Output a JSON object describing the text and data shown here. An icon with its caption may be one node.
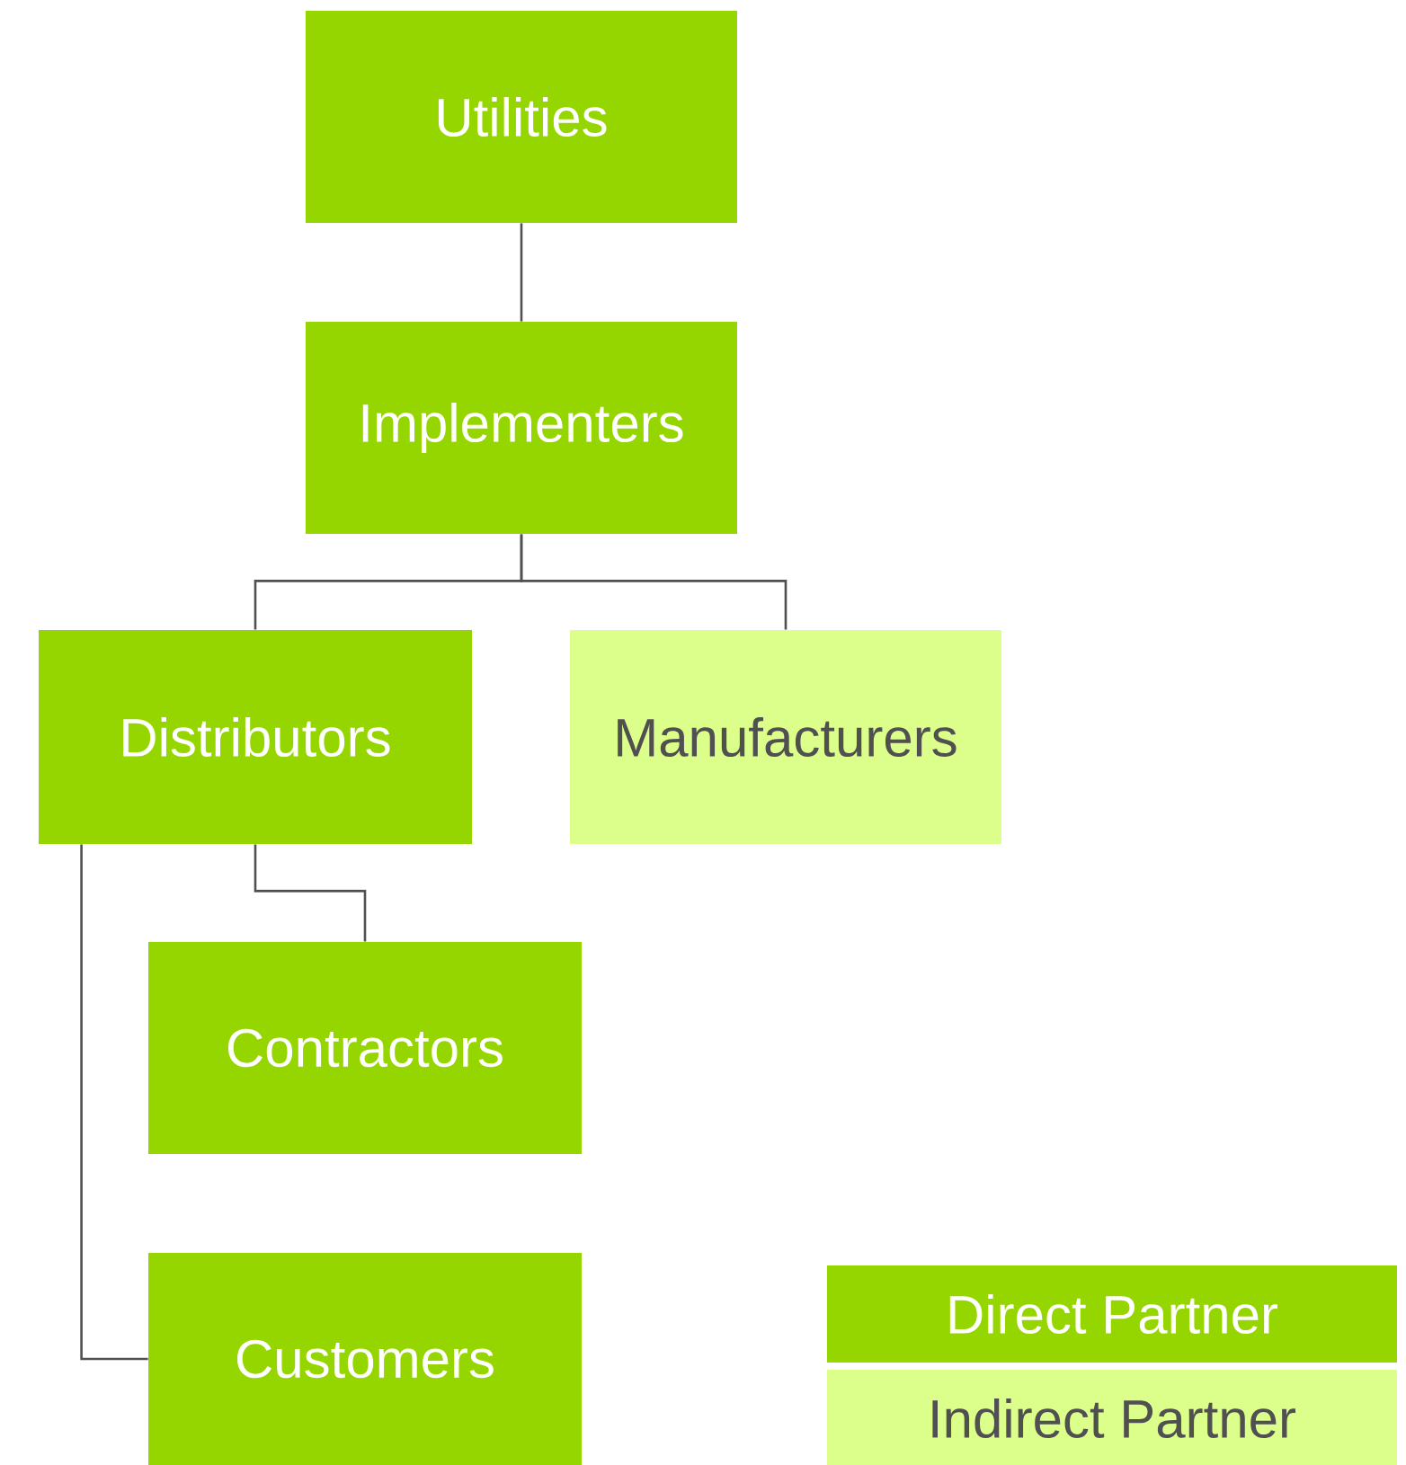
{
  "diagram": {
    "nodes": [
      {
        "text": [
          "Utilities"
        ]
      },
      {
        "text": [
          "Implementers"
        ]
      },
      {
        "text": [
          "Distributors"
        ]
      },
      {
        "text": [
          "Manufacturers"
        ]
      },
      {
        "text": [
          "Contractors"
        ]
      },
      {
        "text": [
          "Customers"
        ]
      }
    ],
    "edges": [
      {
        "from": 0,
        "to": 1,
        "arrow": "none"
      },
      {
        "from": 1,
        "to": 2,
        "arrow": "none"
      },
      {
        "from": 1,
        "to": 3,
        "arrow": "none"
      },
      {
        "from": 2,
        "to": 4,
        "arrow": "none"
      },
      {
        "from": 2,
        "to": 5,
        "arrow": "none"
      }
    ],
    "legend": [
      {
        "text": "Direct Partner",
        "color": "#96d600"
      },
      {
        "text": "Indirect Partner",
        "color": "#dbff8a"
      }
    ]
  }
}
